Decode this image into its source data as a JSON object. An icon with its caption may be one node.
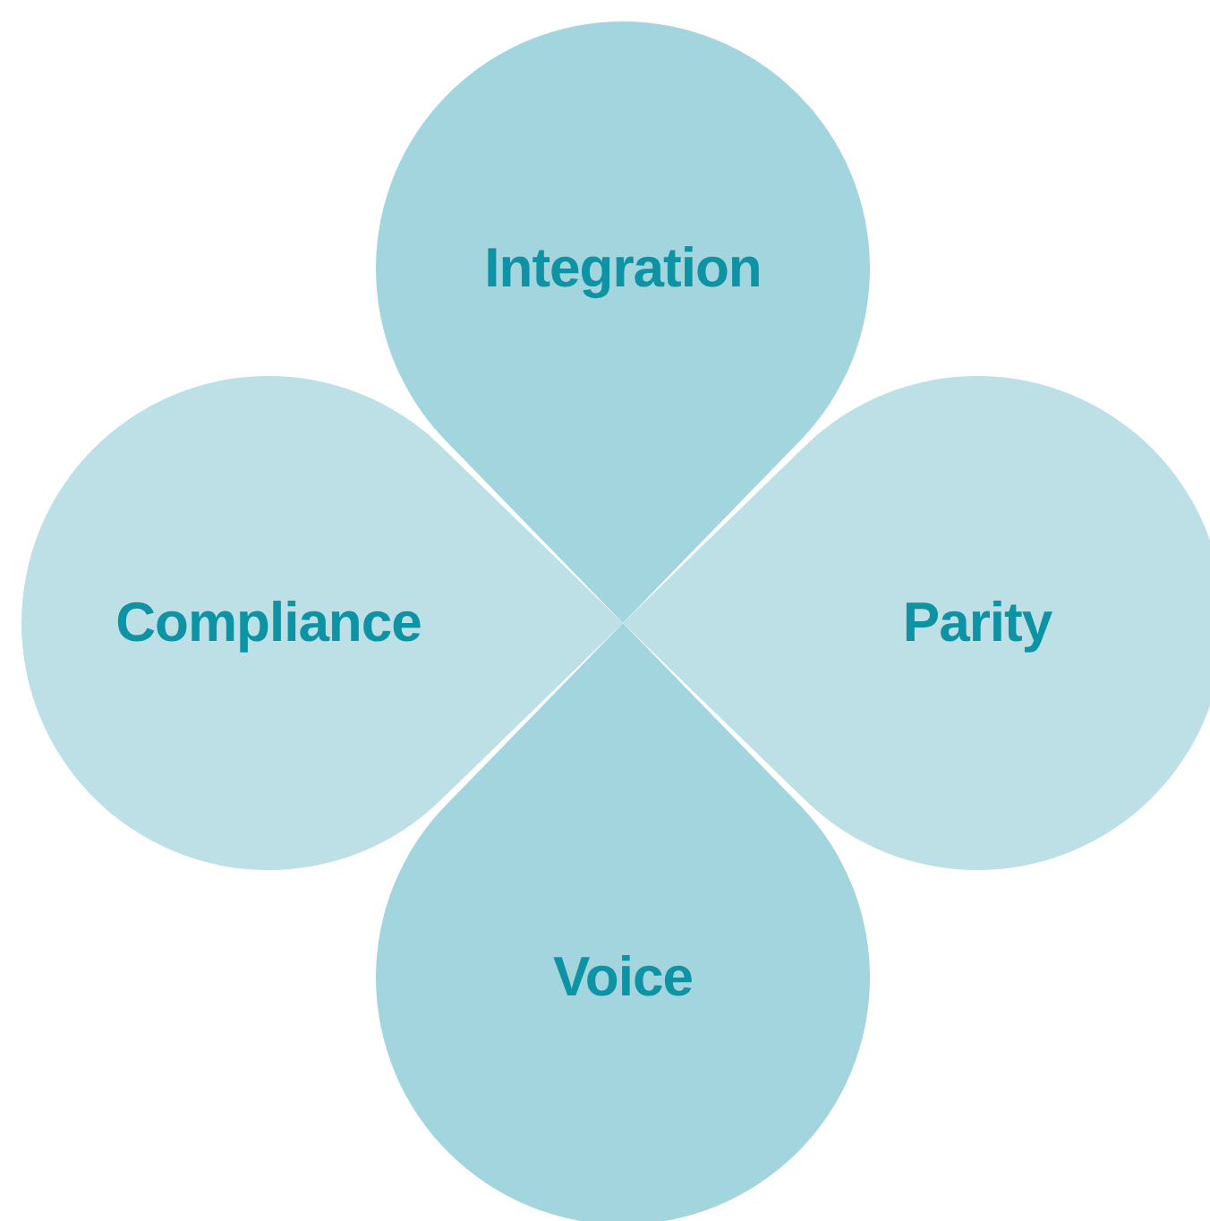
{
  "diagram": {
    "nodes": [
      {
        "text": [
          "Integration"
        ]
      },
      {
        "text": [
          "Compliance"
        ]
      },
      {
        "text": [
          "Parity"
        ]
      },
      {
        "text": [
          "Voice"
        ]
      }
    ]
  }
}
